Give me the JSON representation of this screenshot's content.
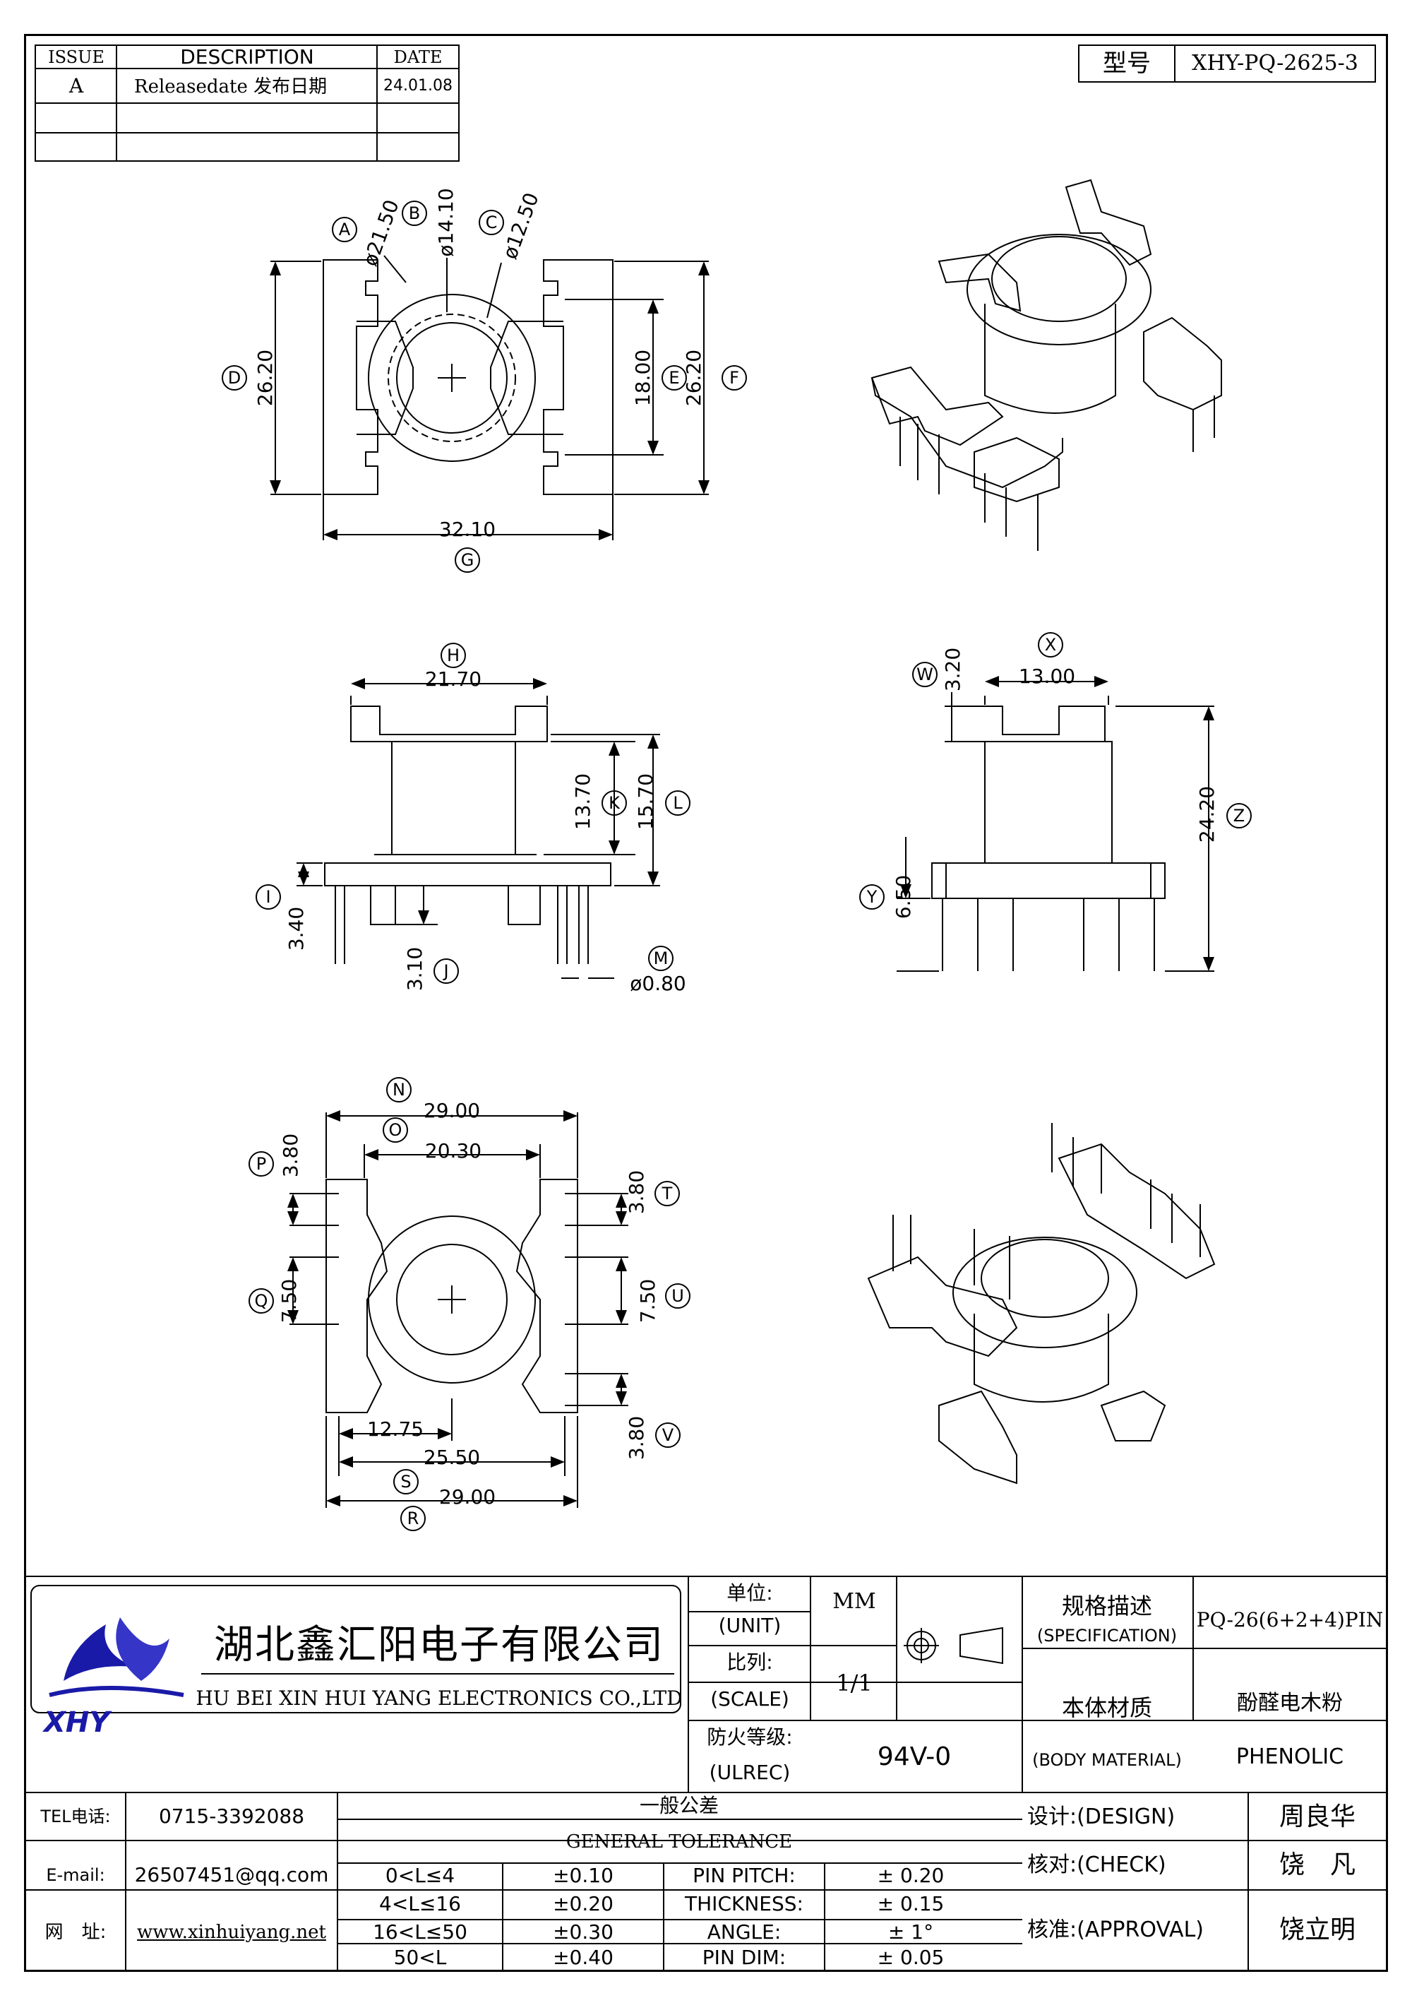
{
  "revision": {
    "headers": [
      "ISSUE",
      "DESCRIPTION",
      "DATE"
    ],
    "rows": [
      {
        "issue": "A",
        "description": "Releasedate 发布日期",
        "date": "24.01.08"
      }
    ]
  },
  "model": {
    "label": "型号",
    "value": "XHY-PQ-2625-3"
  },
  "views": {
    "top": {
      "labels": [
        "A",
        "B",
        "C",
        "D",
        "E",
        "F",
        "G"
      ],
      "dims": {
        "A": "ø21.50",
        "B": "ø14.10",
        "C": "ø12.50",
        "D": "26.20",
        "E": "18.00",
        "F": "26.20",
        "G": "32.10"
      }
    },
    "front": {
      "labels": [
        "H",
        "I",
        "J",
        "K",
        "L",
        "M"
      ],
      "dims": {
        "H": "21.70",
        "I": "3.40",
        "J": "3.10",
        "K": "13.70",
        "L": "15.70",
        "M": "ø0.80"
      }
    },
    "side": {
      "labels": [
        "W",
        "X",
        "Y",
        "Z"
      ],
      "dims": {
        "W": "3.20",
        "X": "13.00",
        "Y": "6.50",
        "Z": "24.20"
      }
    },
    "bottom": {
      "labels": [
        "N",
        "O",
        "P",
        "Q",
        "R",
        "S",
        "T",
        "U",
        "V"
      ],
      "dims": {
        "N": "29.00",
        "O": "20.30",
        "P": "3.80",
        "Q": "7.50",
        "R": "25.50",
        "S": "29.00",
        "T": "3.80",
        "U": "7.50",
        "V": "3.80",
        "R2": "12.75"
      }
    }
  },
  "title_block": {
    "company_cn": "湖北鑫汇阳电子有限公司",
    "company_en": "HU BEI XIN HUI YANG ELECTRONICS CO.,LTD",
    "logo_text": "XHY",
    "unit_label_cn": "单位:",
    "unit_label_en": "(UNIT)",
    "unit_value": "MM",
    "scale_label_cn": "比列:",
    "scale_label_en": "(SCALE)",
    "scale_value": "1/1",
    "ulrec_label_cn": "防火等级:",
    "ulrec_label_en": "(ULREC)",
    "ulrec_value": "94V-0",
    "spec_label_cn": "规格描述",
    "spec_label_en": "(SPECIFICATION)",
    "spec_value": "PQ-26(6+2+4)PIN",
    "material_label_cn": "本体材质",
    "material_label_en": "(BODY MATERIAL)",
    "material_value_cn": "酚醛电木粉",
    "material_value_en": "PHENOLIC",
    "tel_label": "TEL电话:",
    "tel_value": "0715-3392088",
    "email_label": "E-mail:",
    "email_value": "26507451@qq.com",
    "web_label": "网　址:",
    "web_value": "www.xinhuiyang.net",
    "tolerance_title_cn": "一般公差",
    "tolerance_title_en": "GENERAL TOLERANCE",
    "tolerance_rows": [
      {
        "range": "0<L≤4",
        "tol": "±0.10",
        "item": "PIN PITCH:",
        "val": "± 0.20"
      },
      {
        "range": "4<L≤16",
        "tol": "±0.20",
        "item": "THICKNESS:",
        "val": "± 0.15"
      },
      {
        "range": "16<L≤50",
        "tol": "±0.30",
        "item": "ANGLE:",
        "val": "± 1°"
      },
      {
        "range": "50<L",
        "tol": "±0.40",
        "item": "PIN DIM:",
        "val": "± 0.05"
      }
    ],
    "design_label": "设计:(DESIGN)",
    "design_value": "周良华",
    "check_label": "核对:(CHECK)",
    "check_value": "饶　凡",
    "approval_label": "核准:(APPROVAL)",
    "approval_value": "饶立明"
  }
}
